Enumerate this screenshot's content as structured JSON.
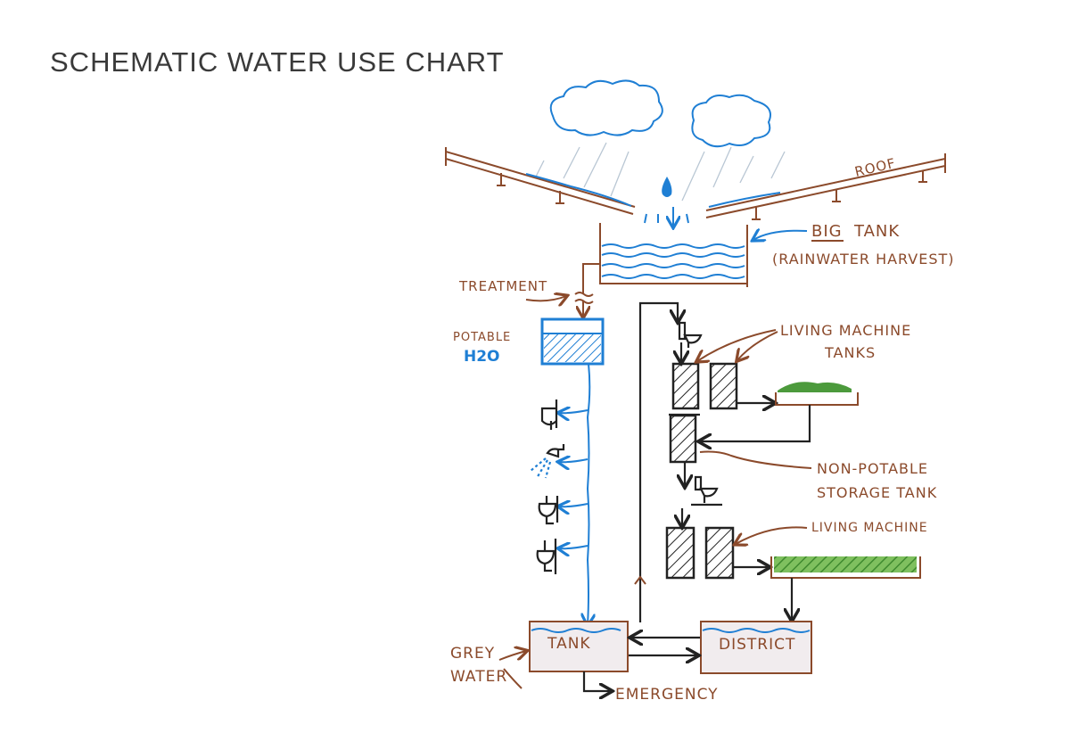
{
  "title": "SCHEMATIC WATER USE CHART",
  "labels": {
    "roof": "ROOF",
    "big_tank_underlined": "BIG",
    "big_tank_rest": "TANK",
    "rainwater_harvest": "(RAINWATER HARVEST)",
    "treatment": "TREATMENT",
    "potable": "POTABLE",
    "h2o": "H2O",
    "living_machine_tanks_1": "LIVING MACHINE",
    "living_machine_tanks_2": "TANKS",
    "non_potable_1": "NON-POTABLE",
    "non_potable_2": "STORAGE TANK",
    "living_machine": "LIVING MACHINE",
    "tank": "TANK",
    "district": "DISTRICT",
    "grey_1": "GREY",
    "grey_2": "WATER",
    "emergency": "EMERGENCY"
  },
  "colors": {
    "brown": "#8b4a2b",
    "blue": "#1f7fd4",
    "black": "#222222",
    "green": "#4c9a3c"
  }
}
